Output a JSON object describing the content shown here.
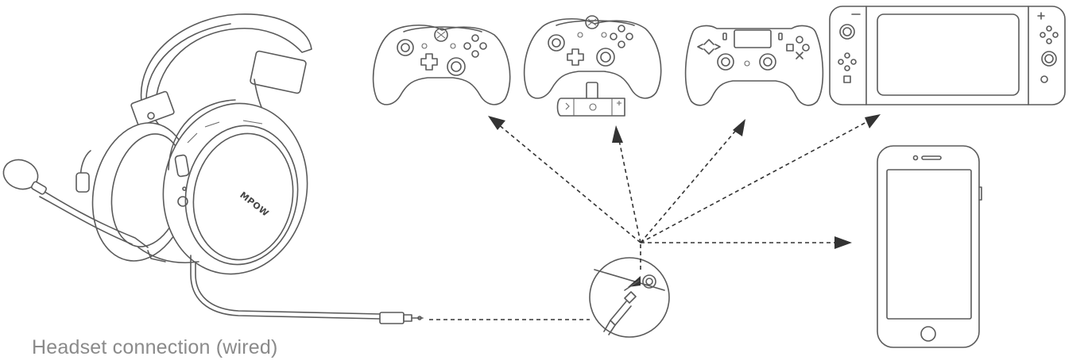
{
  "caption": "Headset connection (wired)",
  "headset_brand": "MPOW",
  "devices": [
    {
      "id": "xbox-one-controller",
      "icon": "xbox-controller-icon"
    },
    {
      "id": "xbox-one-controller-with-adapter",
      "icon": "xbox-controller-adapter-icon"
    },
    {
      "id": "playstation-controller",
      "icon": "ps4-controller-icon"
    },
    {
      "id": "nintendo-switch",
      "icon": "nintendo-switch-icon"
    },
    {
      "id": "smartphone",
      "icon": "smartphone-icon"
    }
  ],
  "colors": {
    "line": "#5a5a5a",
    "caption": "#8a8a8a",
    "arrow": "#333333"
  }
}
